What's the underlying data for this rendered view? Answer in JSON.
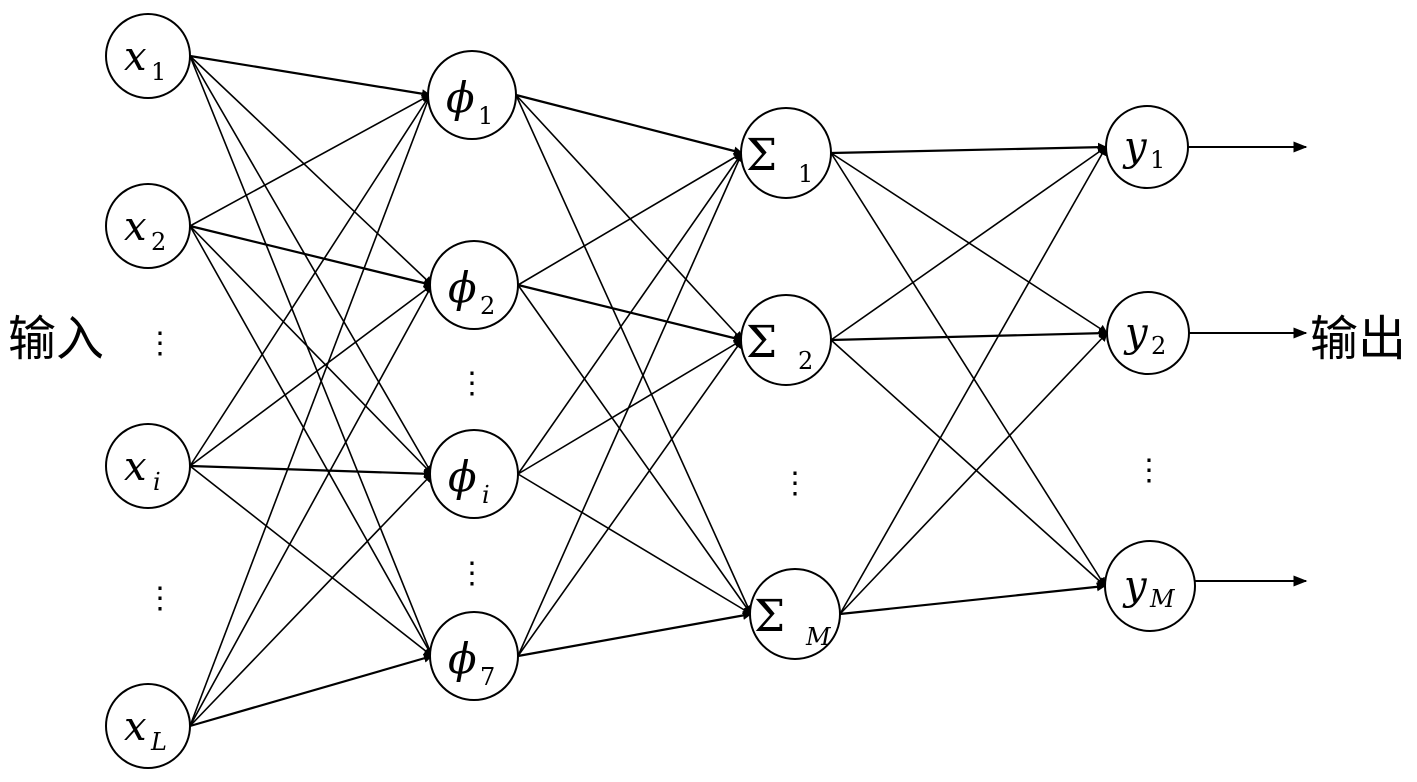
{
  "side_labels": {
    "input": "输入",
    "output": "输出"
  },
  "dots": "⋮",
  "layers": {
    "input": [
      {
        "base": "x",
        "sub": "1"
      },
      {
        "base": "x",
        "sub": "2"
      },
      {
        "base": "x",
        "sub": "i"
      },
      {
        "base": "x",
        "sub": "L"
      }
    ],
    "hidden": [
      {
        "base": "ϕ",
        "sub": "1"
      },
      {
        "base": "ϕ",
        "sub": "2"
      },
      {
        "base": "ϕ",
        "sub": "i"
      },
      {
        "base": "ϕ",
        "sub": "7"
      }
    ],
    "sum": [
      {
        "base": "Σ",
        "sub": "1"
      },
      {
        "base": "Σ",
        "sub": "2"
      },
      {
        "base": "Σ",
        "sub": "M"
      }
    ],
    "output": [
      {
        "base": "y",
        "sub": "1"
      },
      {
        "base": "y",
        "sub": "2"
      },
      {
        "base": "y",
        "sub": "M"
      }
    ]
  }
}
